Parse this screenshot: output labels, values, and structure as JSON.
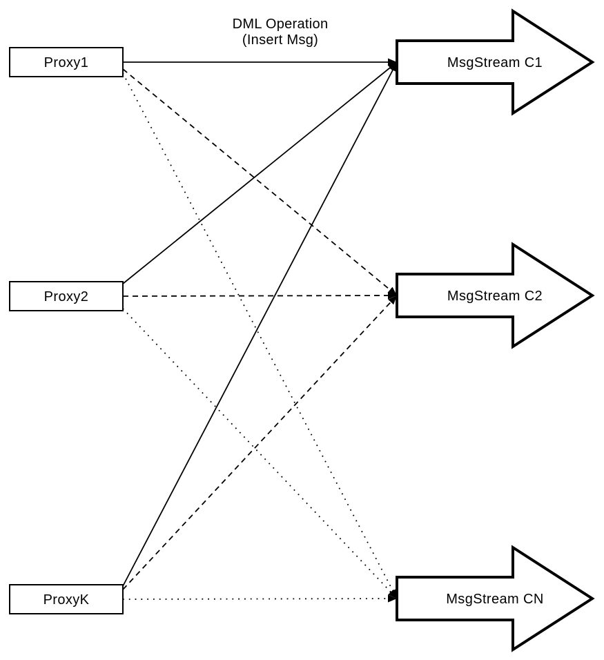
{
  "diagram": {
    "annotation": {
      "line1": "DML Operation",
      "line2": "(Insert Msg)"
    },
    "proxies": [
      {
        "label": "Proxy1"
      },
      {
        "label": "Proxy2"
      },
      {
        "label": "ProxyK"
      }
    ],
    "streams": [
      {
        "label": "MsgStream C1"
      },
      {
        "label": "MsgStream C2"
      },
      {
        "label": "MsgStream CN"
      }
    ],
    "edges": [
      {
        "from": "Proxy1",
        "to": "MsgStream C1",
        "style": "solid"
      },
      {
        "from": "Proxy1",
        "to": "MsgStream C2",
        "style": "dashed"
      },
      {
        "from": "Proxy1",
        "to": "MsgStream CN",
        "style": "dotted"
      },
      {
        "from": "Proxy2",
        "to": "MsgStream C1",
        "style": "solid"
      },
      {
        "from": "Proxy2",
        "to": "MsgStream C2",
        "style": "dashed"
      },
      {
        "from": "Proxy2",
        "to": "MsgStream CN",
        "style": "dotted"
      },
      {
        "from": "ProxyK",
        "to": "MsgStream C1",
        "style": "solid"
      },
      {
        "from": "ProxyK",
        "to": "MsgStream C2",
        "style": "dashed"
      },
      {
        "from": "ProxyK",
        "to": "MsgStream CN",
        "style": "dotted"
      }
    ],
    "colors": {
      "stroke": "#000000",
      "shape_fill": "#ffffff",
      "background": "#ffffff"
    }
  }
}
